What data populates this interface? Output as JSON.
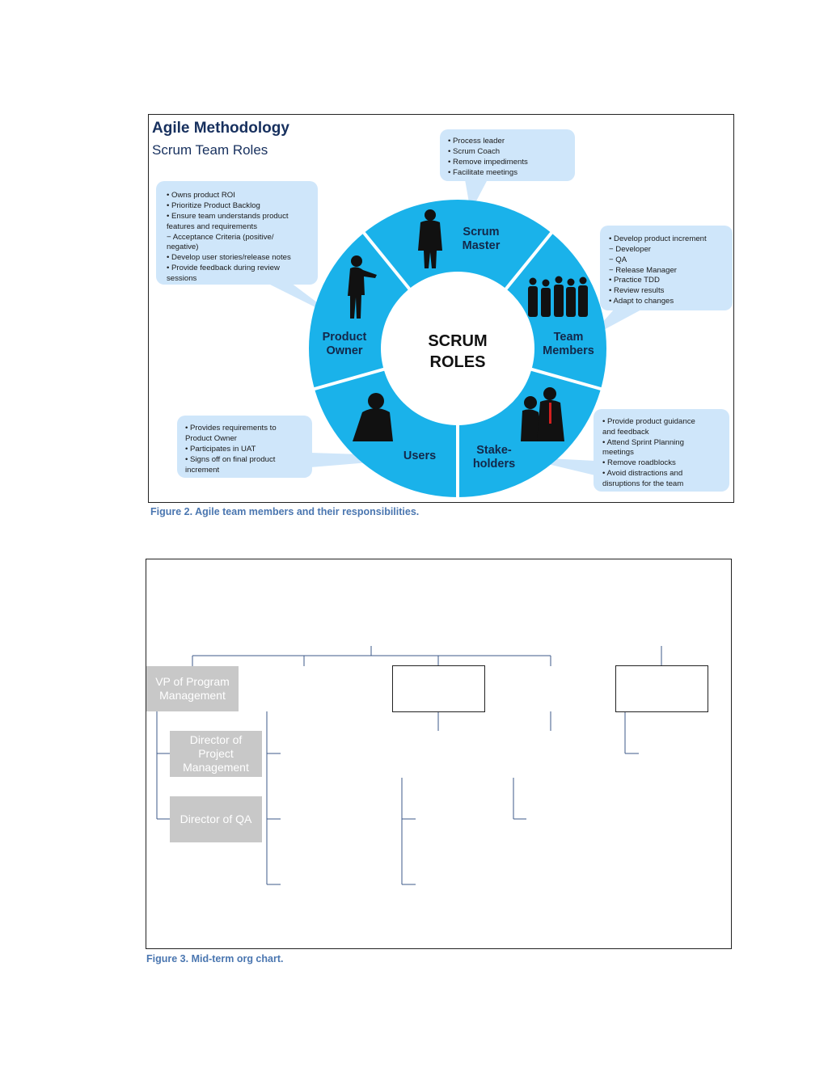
{
  "figure2": {
    "title": "Agile Methodology",
    "subtitle": "Scrum Team Roles",
    "center_label_line1": "SCRUM",
    "center_label_line2": "ROLES",
    "roles": {
      "scrum_master": [
        "Scrum",
        "Master"
      ],
      "team_members": [
        "Team",
        "Members"
      ],
      "stakeholders": [
        "Stake-",
        "holders"
      ],
      "users": [
        "Users"
      ],
      "product_owner": [
        "Product",
        "Owner"
      ]
    },
    "bubbles": {
      "scrum_master": [
        "• Process leader",
        "• Scrum Coach",
        "• Remove impediments",
        "• Facilitate meetings"
      ],
      "product_owner": [
        "• Owns product ROI",
        "• Prioritize Product Backlog",
        "• Ensure team understands product",
        "   features and requirements",
        "   − Acceptance Criteria (positive/",
        "      negative)",
        "• Develop user stories/release notes",
        "• Provide feedback during review",
        "   sessions"
      ],
      "team_members": [
        "• Develop product increment",
        "   − Developer",
        "   − QA",
        "   − Release Manager",
        "• Practice TDD",
        "• Review results",
        "• Adapt to changes"
      ],
      "users": [
        "• Provides requirements to",
        "   Product Owner",
        "• Participates in UAT",
        "• Signs off on final product",
        "   increment"
      ],
      "stakeholders": [
        "• Provide product guidance",
        "   and feedback",
        "• Attend Sprint Planning",
        "   meetings",
        "• Remove roadblocks",
        "• Avoid distractions and",
        "   disruptions for the team"
      ]
    },
    "colors": {
      "ring": "#1ab2ea",
      "bubble": "#cfe6fa",
      "title": "#17305e",
      "silhouette": "#111111"
    },
    "caption": "Figure 2.  Agile team members and their responsibilities."
  },
  "figure3": {
    "vp_label": "VP of Program Management",
    "director_pm_label": "Director of Project Management",
    "director_qa_label": "Director of QA",
    "colors": {
      "grey_box": "#c8c8c8",
      "line": "#3c5a8a"
    },
    "caption": "Figure 3.  Mid-term org chart."
  }
}
